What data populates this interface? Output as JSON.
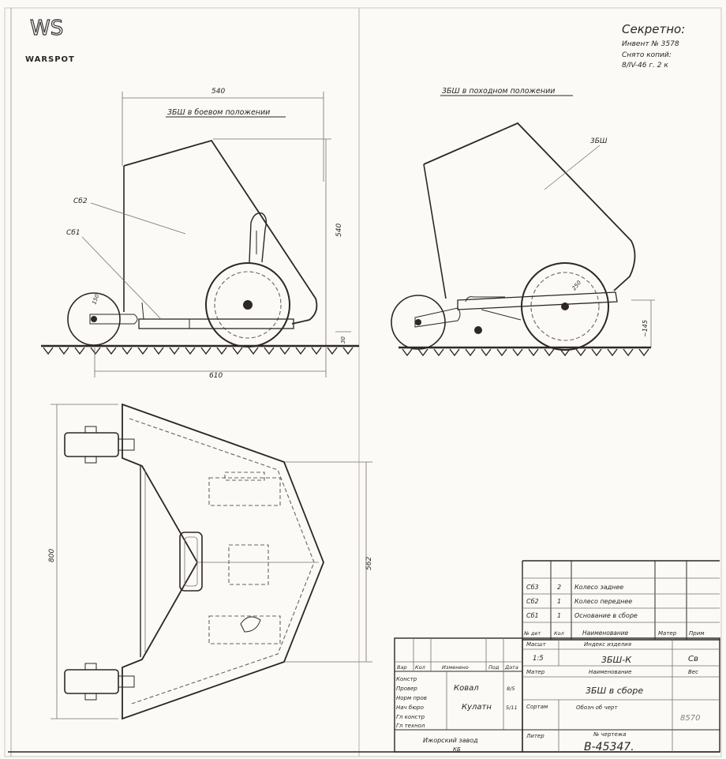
{
  "watermark": {
    "logo": "WS",
    "brand": "WARSPOT"
  },
  "secrecy": {
    "stamp": "Секретно:",
    "inventory": "Инвент № 3578",
    "copies": "Снято копий:",
    "copies_note": "8/IV-46 г. 2 к"
  },
  "view_combat": {
    "title": "3БШ в боевом положении",
    "dim_top": "540",
    "dim_side": "540",
    "dim_bottom": "610",
    "dim_ground": "30",
    "wheel_dim": "150",
    "callout_1": "Сб2",
    "callout_2": "Сб1"
  },
  "view_travel": {
    "title": "3БШ в походном положении",
    "callout": "3БШ",
    "wheel_dim": "250",
    "dim_side": "~145"
  },
  "view_plan": {
    "dim_left": "800",
    "dim_right": "562"
  },
  "parts": [
    {
      "index": "Сб3",
      "qty": "2",
      "name": "Колесо заднее"
    },
    {
      "index": "Сб2",
      "qty": "1",
      "name": "Колесо переднее"
    },
    {
      "index": "Сб1",
      "qty": "1",
      "name": "Основание в сборе"
    }
  ],
  "parts_header": {
    "pos": "№ дет",
    "qty": "Кол",
    "name": "Наименование",
    "material": "Матер",
    "note": "Прим"
  },
  "title_block": {
    "scale_label": "Масшт",
    "scale": "1:5",
    "index_label": "Индекс изделия",
    "index": "3БШ-К",
    "material_label": "Матер",
    "name_label": "Наименование",
    "weight_label": "Вес",
    "name": "3БШ в сборе",
    "assortment_label": "Сортам",
    "general_drawing": "Обозн об черт",
    "weight_value": "Св",
    "revisions": {
      "var": "Вар",
      "qty": "Кол",
      "changed": "Изменено",
      "sign": "Под",
      "date": "Дата"
    },
    "roles": [
      "Констр",
      "Провер",
      "Норм пров",
      "Нач бюро",
      "Гл констр",
      "Гл технол"
    ],
    "signature_1": "Ковал",
    "signature_2": "Кулатн",
    "date_1": "8/5",
    "date_2": "5/11",
    "plant": "Ижорский завод",
    "plant_dept": "КБ",
    "litera_label": "Литер",
    "drawing_no_label": "№ чертежа",
    "drawing_no": "В-45347.",
    "stamp_number": "8570"
  }
}
